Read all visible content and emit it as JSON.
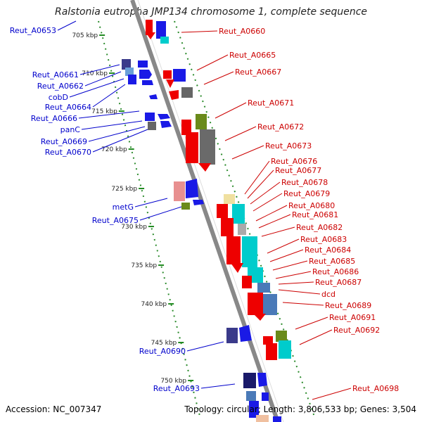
{
  "title": "Ralstonia eutropha JMP134 chromosome 1, complete sequence",
  "footer": {
    "accession": "Accession: NC_007347",
    "topology": "Topology: circular; Length: 3,806,533 bp; Genes: 3,504"
  },
  "colors": {
    "left_label": "#0000cc",
    "right_label": "#cc0000",
    "axis": "#888888",
    "tick": "#228b22"
  },
  "kbp_ticks": [
    "705 kbp",
    "710 kbp",
    "715 kbp",
    "720 kbp",
    "725 kbp",
    "730 kbp",
    "735 kbp",
    "740 kbp",
    "745 kbp",
    "750 kbp"
  ],
  "left_labels": [
    "Reut_A0653",
    "Reut_A0661",
    "Reut_A0662",
    "cobD",
    "Reut_A0664",
    "Reut_A0666",
    "panC",
    "Reut_A0669",
    "Reut_A0670",
    "metG",
    "Reut_A0675",
    "Reut_A0690",
    "Reut_A0693"
  ],
  "right_labels": [
    "Reut_A0660",
    "Reut_A0665",
    "Reut_A0667",
    "Reut_A0671",
    "Reut_A0672",
    "Reut_A0673",
    "Reut_A0676",
    "Reut_A0677",
    "Reut_A0678",
    "Reut_A0679",
    "Reut_A0680",
    "Reut_A0681",
    "Reut_A0682",
    "Reut_A0683",
    "Reut_A0684",
    "Reut_A0685",
    "Reut_A0686",
    "Reut_A0687",
    "dcd",
    "Reut_A0689",
    "Reut_A0691",
    "Reut_A0692",
    "Reut_A0698"
  ]
}
